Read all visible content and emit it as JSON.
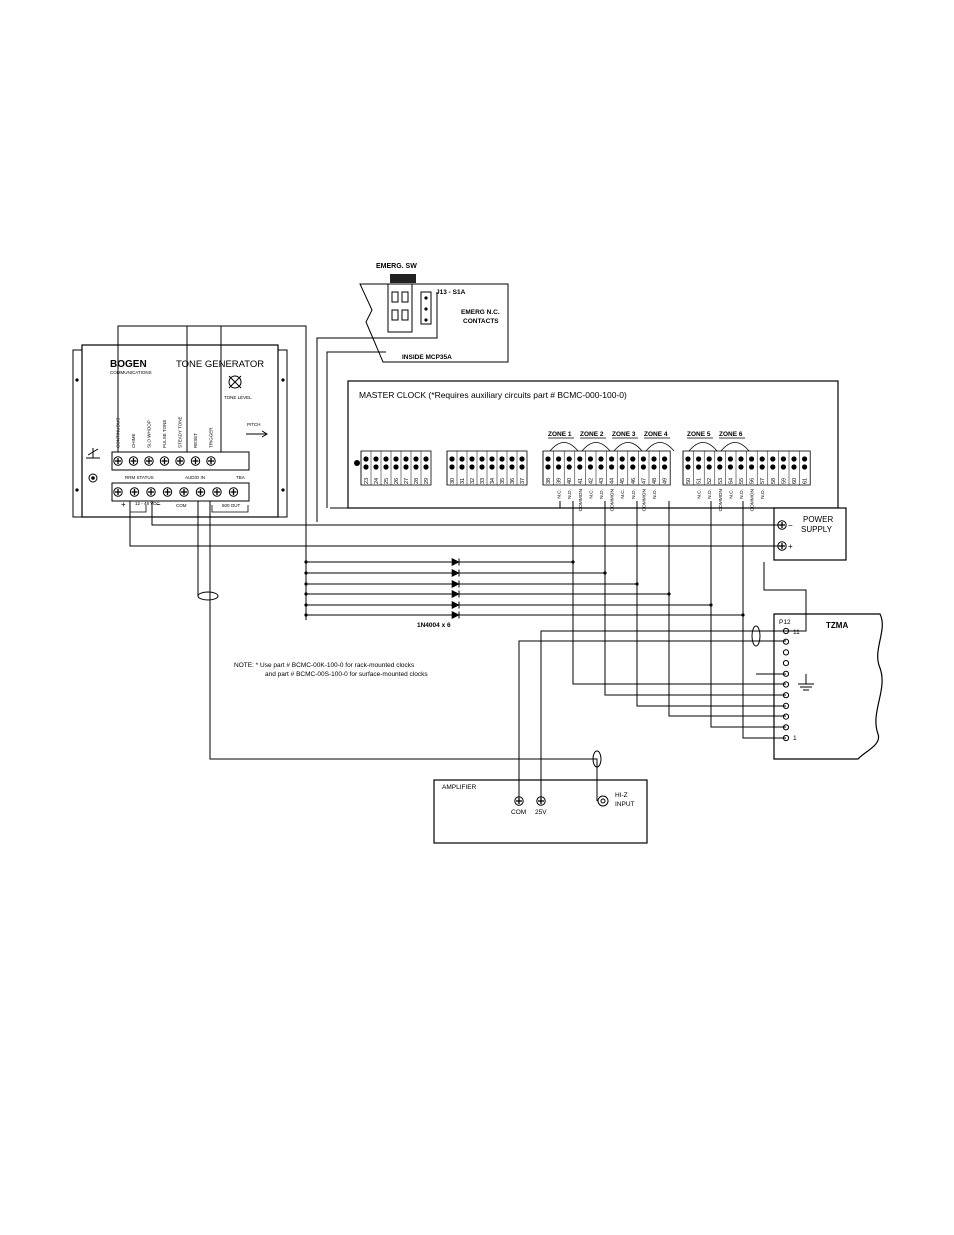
{
  "emergency_switch": {
    "label": "EMERG. SW",
    "jumper_label": "J13 - S1A",
    "contacts_label_line1": "EMERG N.C.",
    "contacts_label_line2": "CONTACTS",
    "inside_label": "INSIDE MCP35A"
  },
  "tone_generator": {
    "brand": "BOGEN",
    "brand_sub": "COMMUNICATIONS",
    "title": "TONE GENERATOR",
    "tone_level_label": "TONE LEVEL",
    "pitch_label": "PITCH",
    "top_terminals": [
      "CONTINUOUS",
      "CHIME",
      "SLO WHOOP",
      "PULSE TONE",
      "STEADY TONE",
      "RESET",
      "TRIGGER"
    ],
    "bottom_groups": [
      "RRM STATUS",
      "AUDIO IN",
      "TBA"
    ],
    "power_label": "12 - 48 VDC",
    "com_label": "COM",
    "out_label": "600 OUT",
    "plus": "+",
    "minus": "−"
  },
  "master_clock": {
    "title": "MASTER CLOCK (*Requires auxiliary circuits part # BCMC-000-100-0)",
    "group1": [
      "23",
      "24",
      "25",
      "26",
      "27",
      "28",
      "29"
    ],
    "group2": [
      "30",
      "31",
      "32",
      "33",
      "34",
      "35",
      "36",
      "37"
    ],
    "group3": [
      "38",
      "39",
      "40",
      "41",
      "42",
      "43",
      "44",
      "45",
      "46",
      "47",
      "48",
      "49"
    ],
    "group4": [
      "50",
      "51",
      "52",
      "53",
      "54",
      "55",
      "56",
      "57",
      "58",
      "59",
      "60",
      "61"
    ],
    "zones": [
      "ZONE 1",
      "ZONE 2",
      "ZONE 3",
      "ZONE 4",
      "ZONE 5",
      "ZONE 6"
    ],
    "zone_labels_a": [
      "N.C.",
      "N.O.",
      "COMMON",
      "N.C.",
      "N.O.",
      "COMMON",
      "N.C.",
      "N.O.",
      "COMMON",
      "N.O."
    ],
    "zone_labels_b": [
      "N.C.",
      "N.O.",
      "COMMON",
      "N.C.",
      "N.O.",
      "COMMON",
      "N.O."
    ]
  },
  "power_supply": {
    "line1": "POWER",
    "line2": "SUPPLY",
    "minus": "−",
    "plus": "+"
  },
  "diodes_label": "1N4004 x 6",
  "note": {
    "line1": "NOTE: * Use part # BCMC-00K-100-0 for rack-mounted clocks",
    "line2": "and part # BCMC-00S-100-0 for surface-mounted clocks"
  },
  "tzma": {
    "title": "TZMA",
    "connector": "P12",
    "pin_top": "11",
    "pin_bottom": "1"
  },
  "amplifier": {
    "title": "AMPLIFIER",
    "com_label": "COM",
    "v25_label": "25V",
    "hiz_line1": "HI-Z",
    "hiz_line2": "INPUT"
  }
}
